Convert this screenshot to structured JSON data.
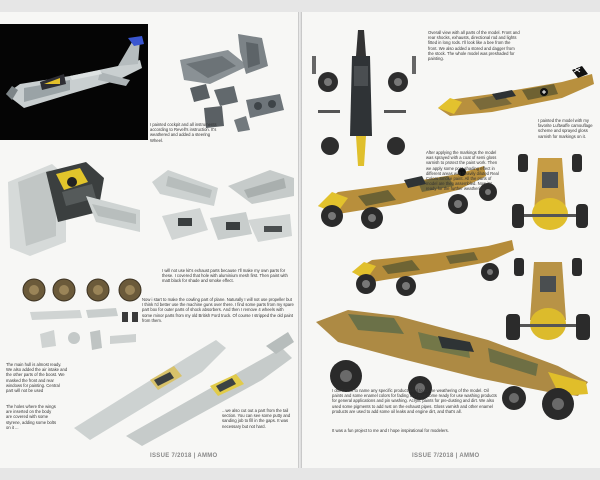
{
  "left_page": {
    "captions": {
      "cockpit": "I painted cockpit and all instruments according to Revell's instruction. It's weathered and added a steering Wheel.",
      "exhausts": "I will not use kit's exhaust parts because I'll make my own parts for these. I covered that hole with aluminium mesh first. Then paint with matt black for shade and smoke effect.",
      "cowling": "Now i start to make the cowling part of plane. Naturally I will not use propeller but I think I'd better use the machine guns over there. I find some parts from my spare part box for outer parts of shock absorbers. And then I remove 4 wheels with some minor parts from my old British Ford truck. Of course I stripped the old paint from them.",
      "hull": "The main hull is almost ready. We also added the air intake and the other parts of the boost. We masked the front and rear windows for painting. Central part will not be used",
      "holes": "The holes where the wings are inserted on the body are covered with some styrene, adding some bolts on it ...",
      "tail": "...we also cut out a part from the tail section. You can see some putty and sanding job to fill in the gaps. It was necessary but not hard."
    },
    "footer": "ISSUE 7/2018 | AMMO"
  },
  "right_page": {
    "captions": {
      "overall": "Overall view with all parts of the model. Front and rear shocks, exhausts, directional rod and lights fitted in long rods. I'll look like a bee from the front. We also added a stored and dagger from the stock. The whole model was preshaded for painting.",
      "camouflage": "I painted the model with my favorite Luftwaffe camouflage scheme and sprayed gloss varnish for markings on it.",
      "markings": "After applying the markings the model was sprayed with a coat of semi gloss varnish to protect the paint work. Then we apply some post-shading effect in different areas with heavily diluted Real Colors Smoke paint. All the parts of model are then assembled. Now it's ready for the further weathering.",
      "weathering": "I don't want to name any specific product used to do the weathering of the model. Oil paints and some enamel colors for fading and then some ready for use washing products for general applications and pin washing. Acrylic paints for pre-dusting and dirt. We also used some pigments to add rust on the exhaust pipes. Gloss varnish and other enamel products are used to add some oil leaks and engine dirt, and that's all.",
      "closing": "It was a fun project to me and I hope inspirational for modelers."
    },
    "footer": "ISSUE 7/2018 | AMMO"
  }
}
